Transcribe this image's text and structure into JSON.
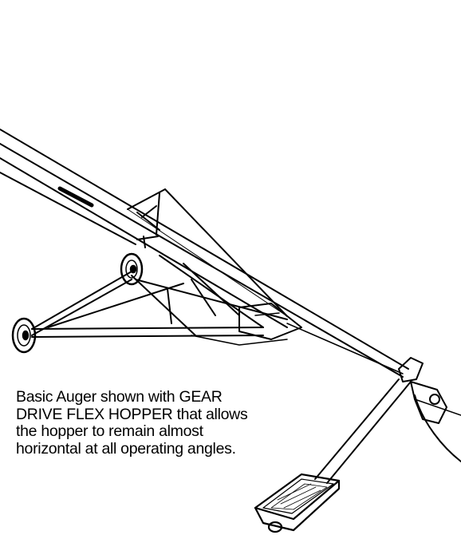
{
  "caption": {
    "lines": [
      "Basic Auger shown with GEAR",
      "DRIVE FLEX HOPPER that allows",
      "the hopper to remain almost",
      "horizontal at all operating angles."
    ]
  },
  "colors": {
    "ink": "#000000",
    "paper": "#ffffff"
  },
  "illustration": {
    "subject": "auger-with-flex-hopper",
    "style": "line-drawing"
  }
}
